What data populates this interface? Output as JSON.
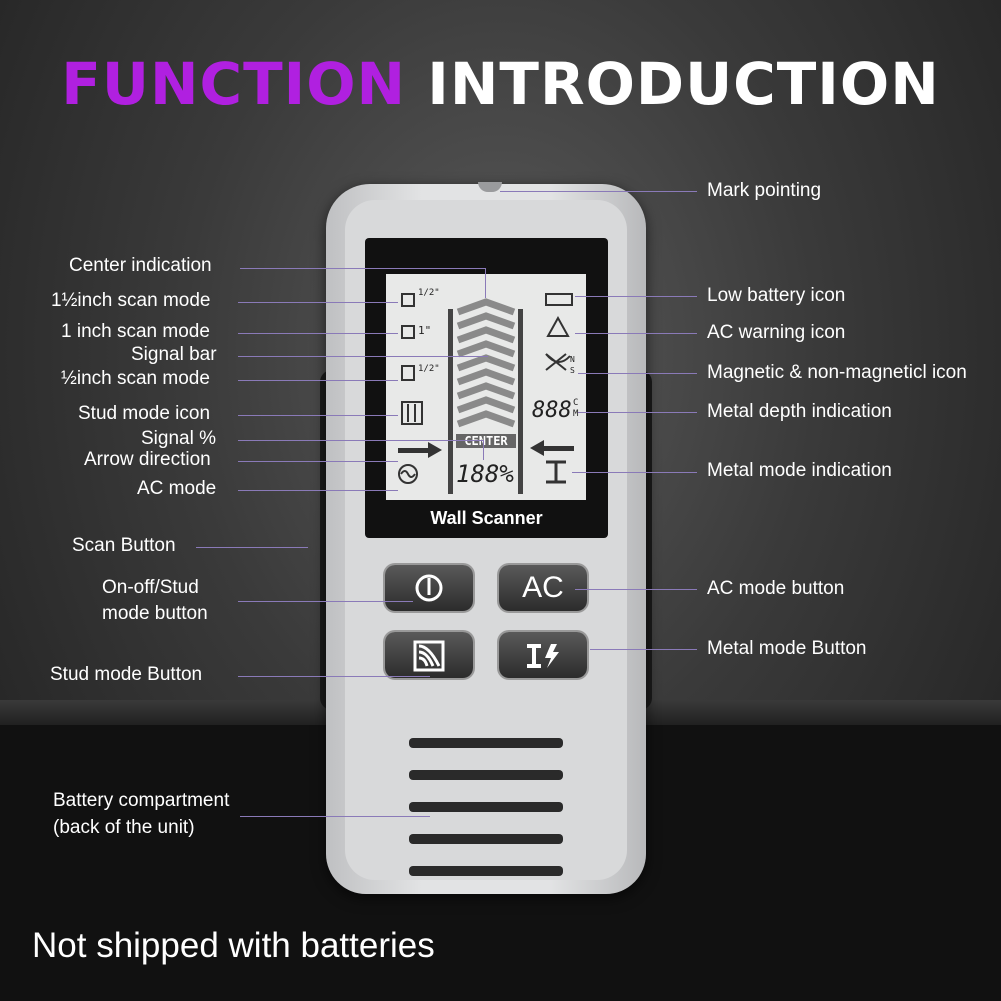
{
  "title": {
    "part1": "FUNCTION",
    "part2": "INTRODUCTION"
  },
  "labels_left": {
    "center": "Center indication",
    "scan15": "1½inch scan mode",
    "scan1": "1 inch scan mode",
    "signal_bar": "Signal bar",
    "scan05": "½inch scan mode",
    "stud_icon": "Stud mode icon",
    "signal_pct": "Signal %",
    "arrow": "Arrow direction",
    "ac_mode": "AC mode",
    "scan_btn": "Scan Button",
    "onoff_1": "On-off/Stud",
    "onoff_2": "mode button",
    "stud_btn": "Stud mode Button",
    "battery_1": "Battery compartment",
    "battery_2": "(back of the unit)"
  },
  "labels_right": {
    "mark": "Mark pointing",
    "low_battery": "Low battery icon",
    "ac_warning": "AC warning icon",
    "magnetic": "Magnetic & non-magneticl icon",
    "metal_depth": "Metal depth indication",
    "metal_mode": "Metal mode indication",
    "ac_button": "AC mode button",
    "metal_button": "Metal mode Button"
  },
  "device": {
    "name": "Wall Scanner",
    "ac_label": "AC",
    "center_text": "CENTER",
    "percent": "188%",
    "depth": "888",
    "depth_units": {
      "c": "C",
      "m": "M"
    },
    "scan_labels": {
      "a": "1/2\"",
      "b": "1\"",
      "c": "1/2\""
    },
    "mag_labels": {
      "n": "N",
      "s": "S"
    }
  },
  "footer": "Not shipped with batteries"
}
